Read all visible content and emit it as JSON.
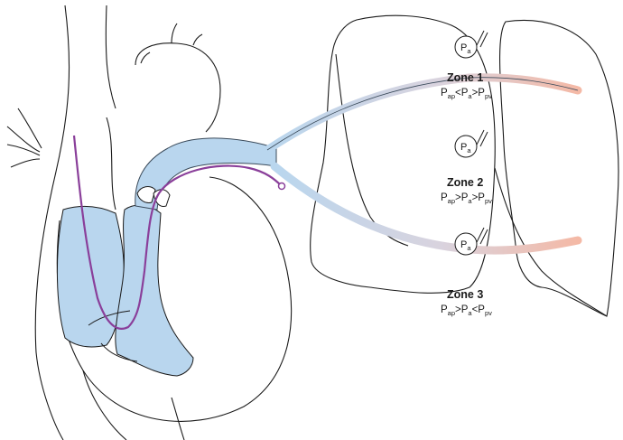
{
  "zones": [
    {
      "title": "Zone 1",
      "eq": {
        "p1": "P",
        "s1": "ap",
        "op1": "<",
        "p2": "P",
        "s2": "a",
        "op2": ">",
        "p3": "P",
        "s3": "pv"
      }
    },
    {
      "title": "Zone 2",
      "eq": {
        "p1": "P",
        "s1": "ap",
        "op1": ">",
        "p2": "P",
        "s2": "a",
        "op2": ">",
        "p3": "P",
        "s3": "pv"
      }
    },
    {
      "title": "Zone 3",
      "eq": {
        "p1": "P",
        "s1": "ap",
        "op1": ">",
        "p2": "P",
        "s2": "a",
        "op2": "<",
        "p3": "P",
        "s3": "pv"
      }
    }
  ],
  "gauge": {
    "p": "P",
    "sub": "a"
  },
  "colors": {
    "blood": "#b9d6ee",
    "vessel_outline": "#3a4a5a",
    "catheter": "#8a3f9a",
    "arterial": "#f4b9a6",
    "line": "#1a1a1a"
  }
}
